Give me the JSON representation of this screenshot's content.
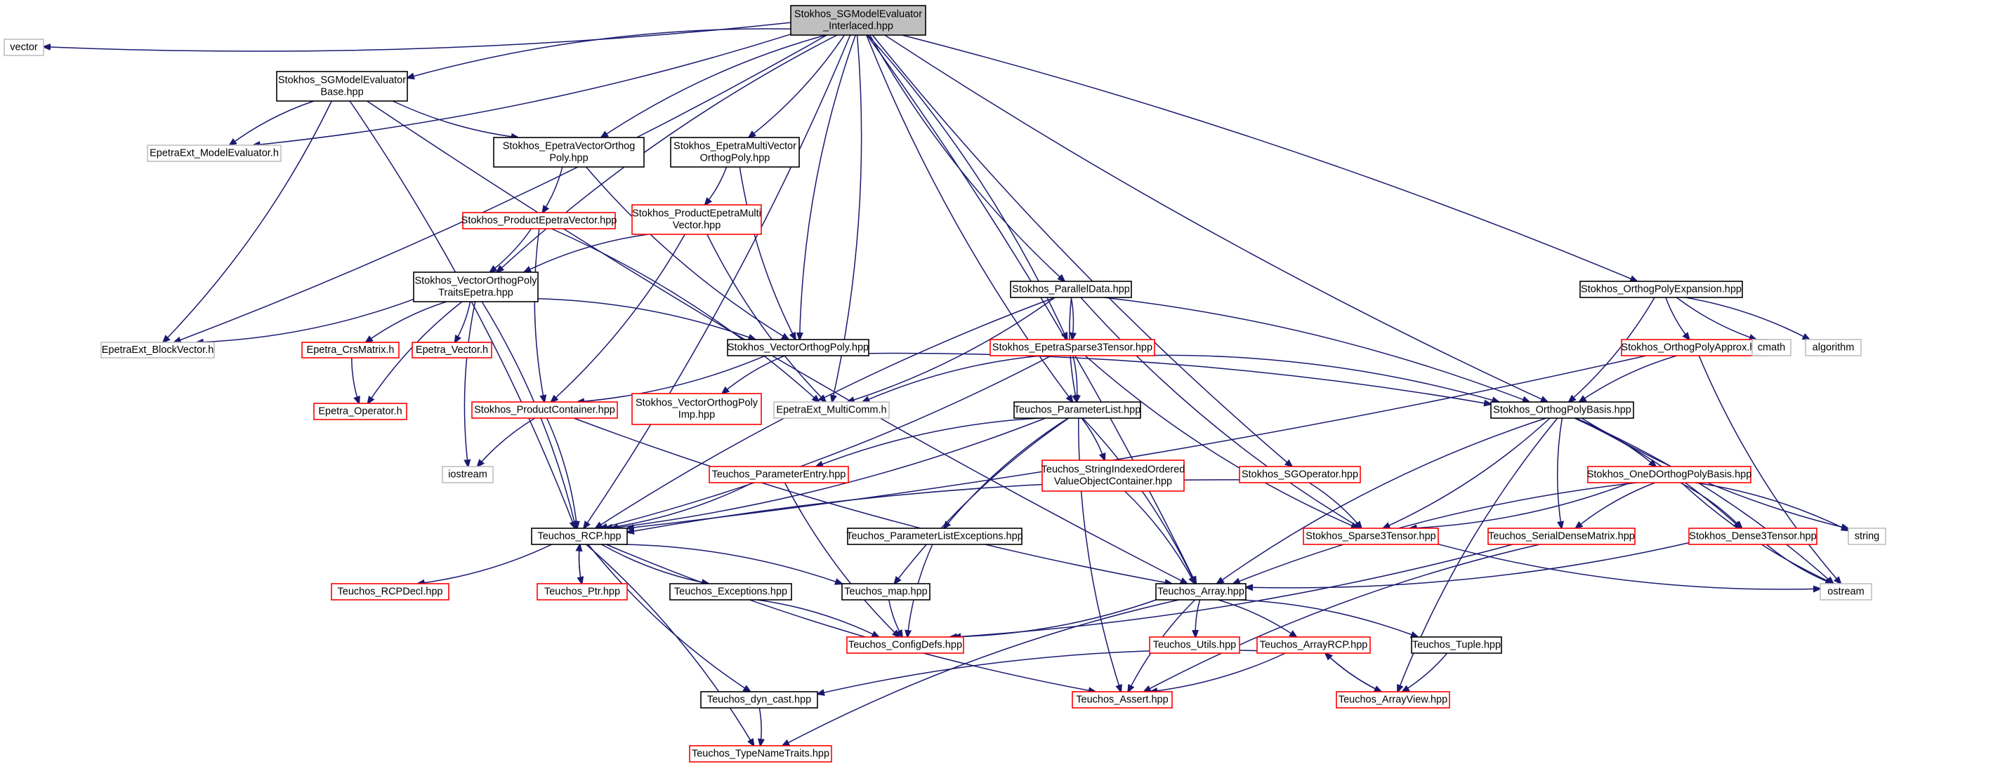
{
  "nodes": [
    {
      "id": "root",
      "lines": [
        "Stokhos_SGModelEvaluator",
        "_Interlaced.hpp"
      ],
      "style": "root"
    },
    {
      "id": "vector",
      "lines": [
        "vector"
      ],
      "style": "gray"
    },
    {
      "id": "sgme_base",
      "lines": [
        "Stokhos_SGModelEvaluator",
        "Base.hpp"
      ],
      "style": "black"
    },
    {
      "id": "epetraext_me",
      "lines": [
        "EpetraExt_ModelEvaluator.h"
      ],
      "style": "gray"
    },
    {
      "id": "evop",
      "lines": [
        "Stokhos_EpetraVectorOrthog",
        "Poly.hpp"
      ],
      "style": "black"
    },
    {
      "id": "emvop",
      "lines": [
        "Stokhos_EpetraMultiVector",
        "OrthogPoly.hpp"
      ],
      "style": "black"
    },
    {
      "id": "pev",
      "lines": [
        "Stokhos_ProductEpetraVector.hpp"
      ],
      "style": "red"
    },
    {
      "id": "pemv",
      "lines": [
        "Stokhos_ProductEpetraMulti",
        "Vector.hpp"
      ],
      "style": "red"
    },
    {
      "id": "vopte",
      "lines": [
        "Stokhos_VectorOrthogPoly",
        "TraitsEpetra.hpp"
      ],
      "style": "black"
    },
    {
      "id": "blockvec",
      "lines": [
        "EpetraExt_BlockVector.h"
      ],
      "style": "gray"
    },
    {
      "id": "crs",
      "lines": [
        "Epetra_CrsMatrix.h"
      ],
      "style": "red"
    },
    {
      "id": "evec",
      "lines": [
        "Epetra_Vector.h"
      ],
      "style": "red"
    },
    {
      "id": "eop",
      "lines": [
        "Epetra_Operator.h"
      ],
      "style": "red"
    },
    {
      "id": "vop",
      "lines": [
        "Stokhos_VectorOrthogPoly.hpp"
      ],
      "style": "black"
    },
    {
      "id": "vopimp",
      "lines": [
        "Stokhos_VectorOrthogPoly",
        "Imp.hpp"
      ],
      "style": "red"
    },
    {
      "id": "pc",
      "lines": [
        "Stokhos_ProductContainer.hpp"
      ],
      "style": "red"
    },
    {
      "id": "iostream",
      "lines": [
        "iostream"
      ],
      "style": "gray"
    },
    {
      "id": "multicomm",
      "lines": [
        "EpetraExt_MultiComm.h"
      ],
      "style": "gray"
    },
    {
      "id": "pdata",
      "lines": [
        "Stokhos_ParallelData.hpp"
      ],
      "style": "black"
    },
    {
      "id": "es3t",
      "lines": [
        "Stokhos_EpetraSparse3Tensor.hpp"
      ],
      "style": "red"
    },
    {
      "id": "plist",
      "lines": [
        "Teuchos_ParameterList.hpp"
      ],
      "style": "black"
    },
    {
      "id": "pentry",
      "lines": [
        "Teuchos_ParameterEntry.hpp"
      ],
      "style": "red"
    },
    {
      "id": "sio",
      "lines": [
        "Teuchos_StringIndexedOrdered",
        "ValueObjectContainer.hpp"
      ],
      "style": "red"
    },
    {
      "id": "plexc",
      "lines": [
        "Teuchos_ParameterListExceptions.hpp"
      ],
      "style": "black"
    },
    {
      "id": "rcp",
      "lines": [
        "Teuchos_RCP.hpp"
      ],
      "style": "black"
    },
    {
      "id": "rcpdecl",
      "lines": [
        "Teuchos_RCPDecl.hpp"
      ],
      "style": "red"
    },
    {
      "id": "ptr",
      "lines": [
        "Teuchos_Ptr.hpp"
      ],
      "style": "red"
    },
    {
      "id": "excs",
      "lines": [
        "Teuchos_Exceptions.hpp"
      ],
      "style": "black"
    },
    {
      "id": "map",
      "lines": [
        "Teuchos_map.hpp"
      ],
      "style": "black"
    },
    {
      "id": "config",
      "lines": [
        "Teuchos_ConfigDefs.hpp"
      ],
      "style": "red"
    },
    {
      "id": "dyncast",
      "lines": [
        "Teuchos_dyn_cast.hpp"
      ],
      "style": "black"
    },
    {
      "id": "tnt",
      "lines": [
        "Teuchos_TypeNameTraits.hpp"
      ],
      "style": "red"
    },
    {
      "id": "sgop",
      "lines": [
        "Stokhos_SGOperator.hpp"
      ],
      "style": "red"
    },
    {
      "id": "s3t",
      "lines": [
        "Stokhos_Sparse3Tensor.hpp"
      ],
      "style": "red"
    },
    {
      "id": "array",
      "lines": [
        "Teuchos_Array.hpp"
      ],
      "style": "black"
    },
    {
      "id": "utils",
      "lines": [
        "Teuchos_Utils.hpp"
      ],
      "style": "red"
    },
    {
      "id": "arcp",
      "lines": [
        "Teuchos_ArrayRCP.hpp"
      ],
      "style": "red"
    },
    {
      "id": "assert",
      "lines": [
        "Teuchos_Assert.hpp"
      ],
      "style": "red"
    },
    {
      "id": "tuple",
      "lines": [
        "Teuchos_Tuple.hpp"
      ],
      "style": "black"
    },
    {
      "id": "aview",
      "lines": [
        "Teuchos_ArrayView.hpp"
      ],
      "style": "red"
    },
    {
      "id": "opexp",
      "lines": [
        "Stokhos_OrthogPolyExpansion.hpp"
      ],
      "style": "black"
    },
    {
      "id": "opapprox",
      "lines": [
        "Stokhos_OrthogPolyApprox.hpp"
      ],
      "style": "red"
    },
    {
      "id": "cmath",
      "lines": [
        "cmath"
      ],
      "style": "gray"
    },
    {
      "id": "algorithm",
      "lines": [
        "algorithm"
      ],
      "style": "gray"
    },
    {
      "id": "opbasis",
      "lines": [
        "Stokhos_OrthogPolyBasis.hpp"
      ],
      "style": "black"
    },
    {
      "id": "odopb",
      "lines": [
        "Stokhos_OneDOrthogPolyBasis.hpp"
      ],
      "style": "red"
    },
    {
      "id": "sdm",
      "lines": [
        "Teuchos_SerialDenseMatrix.hpp"
      ],
      "style": "red"
    },
    {
      "id": "d3t",
      "lines": [
        "Stokhos_Dense3Tensor.hpp"
      ],
      "style": "red"
    },
    {
      "id": "string",
      "lines": [
        "string"
      ],
      "style": "gray"
    },
    {
      "id": "ostream",
      "lines": [
        "ostream"
      ],
      "style": "gray"
    }
  ]
}
